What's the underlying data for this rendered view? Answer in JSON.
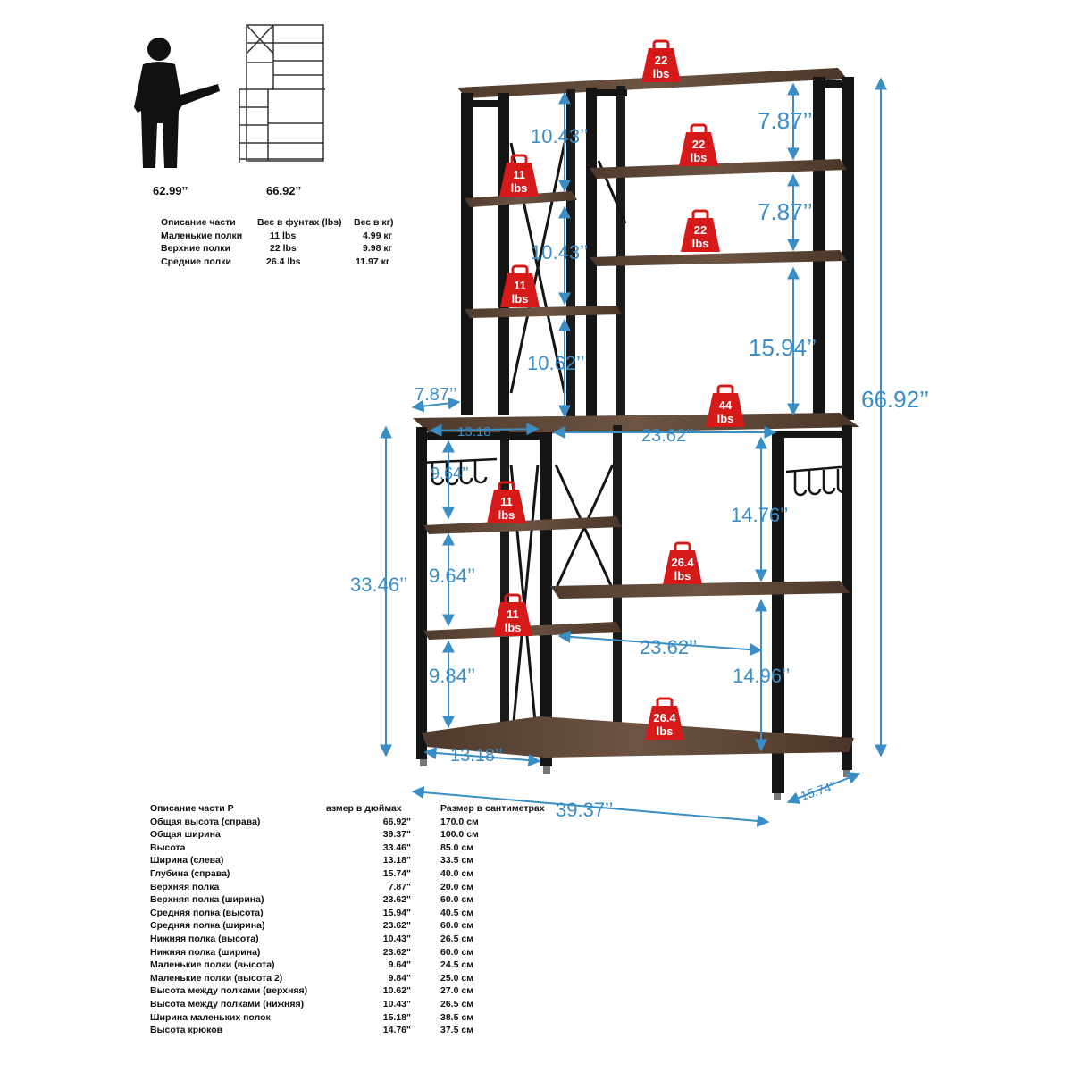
{
  "scale": {
    "person_height": "62.99’’",
    "rack_height": "66.92’’"
  },
  "weight_table": {
    "headers": [
      "Описание части",
      "Вес в фунтах (lbs)",
      "Вес в кг)"
    ],
    "rows": [
      [
        "Маленькие полки",
        "11 lbs",
        "4.99 кг"
      ],
      [
        "Верхние полки",
        "22 lbs",
        "9.98 кг"
      ],
      [
        "Средние полки",
        "26.4 lbs",
        "11.97 кг"
      ]
    ]
  },
  "weights": [
    {
      "top": "22",
      "bottom": "lbs"
    },
    {
      "top": "22",
      "bottom": "lbs"
    },
    {
      "top": "22",
      "bottom": "lbs"
    },
    {
      "top": "11",
      "bottom": "lbs"
    },
    {
      "top": "11",
      "bottom": "lbs"
    },
    {
      "top": "44",
      "bottom": "lbs"
    },
    {
      "top": "11",
      "bottom": "lbs"
    },
    {
      "top": "26.4",
      "bottom": "lbs"
    },
    {
      "top": "11",
      "bottom": "lbs"
    },
    {
      "top": "26.4",
      "bottom": "lbs"
    }
  ],
  "dimensions": {
    "top_left_gap": "10.43’’",
    "mid_left_gap": "10.43’’",
    "lower_left_gap": "10.62’’",
    "top_right_gap_1": "7.87’’",
    "top_right_gap_2": "7.87’’",
    "right_gap": "15.94’’",
    "total_height": "66.92’’",
    "hutch_depth": "7.87’’",
    "small_width_top": "13.18",
    "main_width_top": "23.62’’",
    "hook_gap": "9.64’’",
    "small_gap_2": "9.64’’",
    "small_gap_3": "9.84’’",
    "base_height": "33.46’’",
    "main_gap_1": "14.76’’",
    "main_width_mid": "23.62’’",
    "main_gap_2": "14.96’’",
    "small_width_bottom": "13.18’’",
    "total_width": "39.37’’",
    "depth": "15.74’’"
  },
  "dims_table": {
    "headers": [
      "Описание части    Р",
      "азмер в дюймах",
      "Размер в сантиметрах"
    ],
    "rows": [
      [
        "Общая высота (справа)",
        "66.92\"",
        "170.0 см"
      ],
      [
        "Общая ширина",
        "39.37\"",
        "100.0 см"
      ],
      [
        "Высота",
        "33.46\"",
        "85.0 см"
      ],
      [
        "Ширина (слева)",
        "13.18\"",
        "33.5 см"
      ],
      [
        "Глубина (справа)",
        "15.74\"",
        "40.0 см"
      ],
      [
        "Верхняя полка",
        "7.87\"",
        "20.0 см"
      ],
      [
        "Верхняя полка (ширина)",
        "23.62\"",
        "60.0 см"
      ],
      [
        "Средняя полка (высота)",
        "15.94\"",
        "40.5 см"
      ],
      [
        "Средняя полка (ширина)",
        "23.62\"",
        "60.0 см"
      ],
      [
        "Нижняя полка (высота)",
        "10.43\"",
        "26.5 см"
      ],
      [
        "Нижняя полка (ширина)",
        "23.62\"",
        "60.0 см"
      ],
      [
        "Маленькие полки (высота)",
        "9.64\"",
        "24.5 см"
      ],
      [
        "Маленькие полки (высота 2)",
        "9.84\"",
        "25.0 см"
      ],
      [
        "Высота между полками (верхняя)",
        "10.62\"",
        "27.0 см"
      ],
      [
        "Высота между полками (нижняя)",
        "10.43\"",
        "26.5 см"
      ],
      [
        "Ширина маленьких полок",
        "15.18\"",
        "38.5 см"
      ],
      [
        "Высота крюков",
        "14.76\"",
        "37.5 см"
      ]
    ]
  },
  "colors": {
    "frame": "#151515",
    "wood": "#5a4333",
    "dimension": "#3a8dc5",
    "weight": "#d61a1a"
  }
}
